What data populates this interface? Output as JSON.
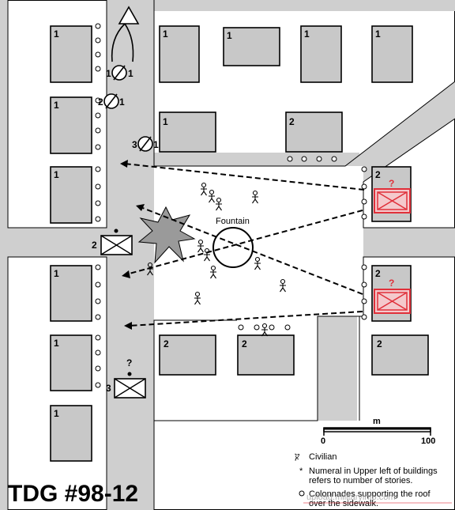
{
  "title": "TDG #98-12",
  "buildings": [
    {
      "id": "b1",
      "story": "1"
    },
    {
      "id": "b2",
      "story": "1"
    },
    {
      "id": "b3",
      "story": "1"
    },
    {
      "id": "b4",
      "story": "1"
    },
    {
      "id": "b5",
      "story": "1"
    },
    {
      "id": "b6",
      "story": "1"
    },
    {
      "id": "b7",
      "story": "1"
    },
    {
      "id": "b8",
      "story": "1"
    },
    {
      "id": "b9",
      "story": "2"
    },
    {
      "id": "b10",
      "story": "2"
    },
    {
      "id": "b11",
      "story": "1"
    },
    {
      "id": "b12",
      "story": "1"
    },
    {
      "id": "b13",
      "story": "1"
    },
    {
      "id": "b14",
      "story": "2"
    },
    {
      "id": "b15",
      "story": "2"
    },
    {
      "id": "b16",
      "story": "2"
    },
    {
      "id": "b17",
      "story": "2"
    }
  ],
  "fountain_label": "Fountain",
  "units": {
    "friendly_1": "2",
    "friendly_2": "3",
    "friendly_2_status": "?",
    "enemy_top_status": "?",
    "enemy_bottom_status": "?",
    "blocked_1_left": "1",
    "blocked_1_right": "1",
    "blocked_2_left": "2",
    "blocked_2_right": "1",
    "blocked_3_left": "3",
    "blocked_3_right": "1"
  },
  "scale": {
    "unit": "m",
    "start": "0",
    "end": "100"
  },
  "legend": {
    "civilian_symbol": "ⴟ",
    "civilian": "Civilian",
    "numeral_marker": "*",
    "numeral_line1": "Numeral in Upper left of buildings",
    "numeral_line2": "refers to number of stories.",
    "colonnade_line1": "Colonnades supporting the roof",
    "colonnade_line2": "over the sidewalk."
  },
  "watermark": "upload.militaryinfo.com",
  "colors": {
    "street": "#cfcfcf",
    "building": "#c8c8c8",
    "enemy": "#e0303a",
    "explosion": "#9a9a9a"
  }
}
